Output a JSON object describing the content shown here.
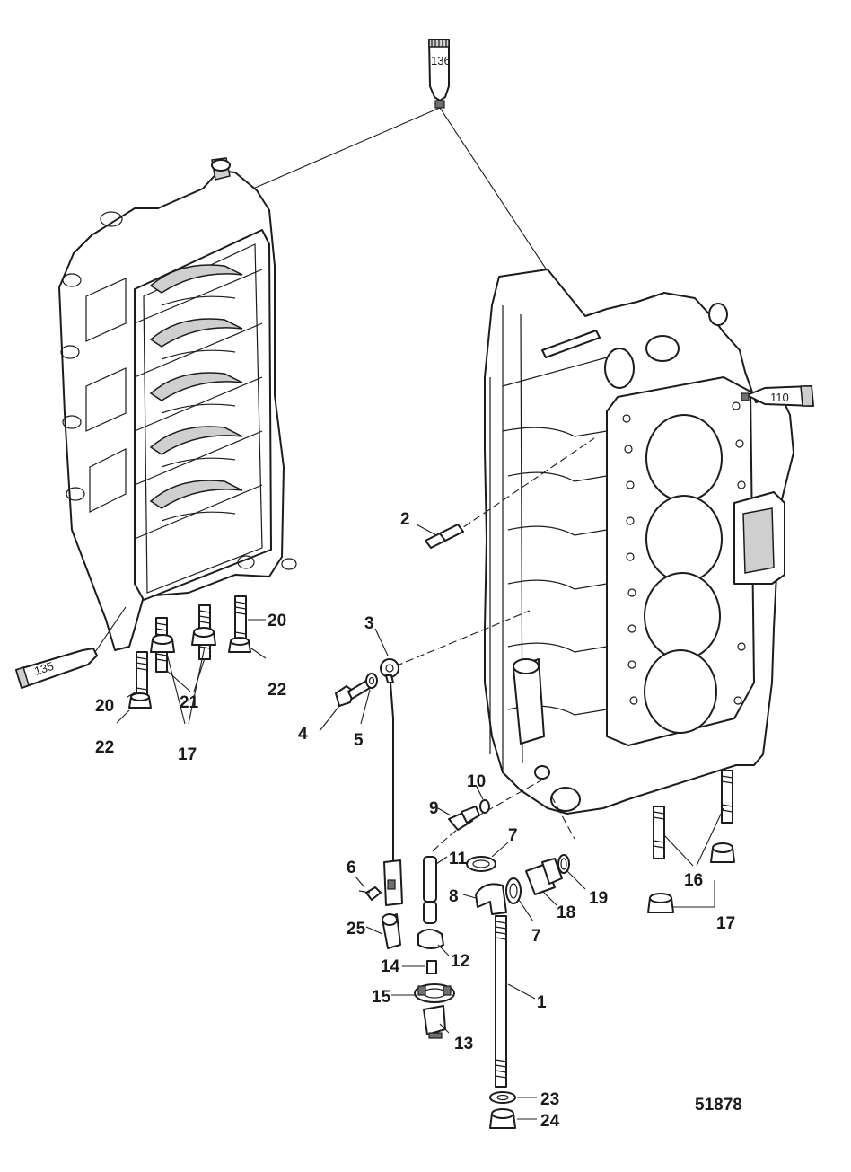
{
  "figure_id": "51878",
  "sealants": {
    "s136": "136",
    "s110": "110",
    "s135": "135"
  },
  "callouts": {
    "c1": "1",
    "c2": "2",
    "c3": "3",
    "c4": "4",
    "c5": "5",
    "c6": "6",
    "c7a": "7",
    "c7b": "7",
    "c8": "8",
    "c9": "9",
    "c10": "10",
    "c11": "11",
    "c12": "12",
    "c13": "13",
    "c14": "14",
    "c15": "15",
    "c16": "16",
    "c17a": "17",
    "c17b": "17",
    "c18": "18",
    "c19": "19",
    "c20a": "20",
    "c20b": "20",
    "c21": "21",
    "c22a": "22",
    "c22b": "22",
    "c23": "23",
    "c24": "24",
    "c25": "25"
  }
}
